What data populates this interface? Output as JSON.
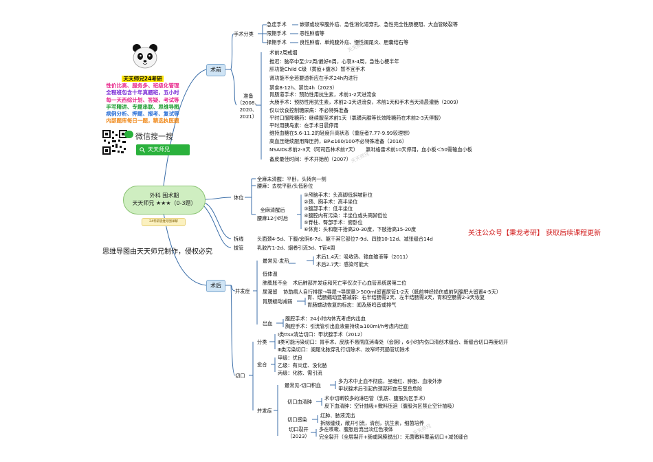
{
  "brand": {
    "title": "天天师兄24考研",
    "lines": [
      {
        "text": "性价比高、服务多、班级化管理",
        "color": "#e8288c"
      },
      {
        "text": "全程班包含十年真题班，五小时",
        "color": "#7a2bd6"
      },
      {
        "text": "每一天西综计划、答疑、考试等",
        "color": "#e8288c"
      },
      {
        "text": "手写精讲、专题串联、思维导图",
        "color": "#1a9b2e"
      },
      {
        "text": "病例分析、押题、报考、复试等",
        "color": "#2a6fd6"
      },
      {
        "text": "内部题库每日一题，精选执医题",
        "color": "#f08a1c"
      }
    ],
    "wechat_label": "微信搜一搜",
    "search_label": "天天师兄"
  },
  "center": {
    "line1": "外科 围术期",
    "line2": "天天师兄 ★★★（0-3题）",
    "badge": "24考研思维导图详解"
  },
  "credit": "思维导图由天天师兄制作，侵权必究",
  "notice": "关注公众号【秉龙考研】 获取后续课程更新",
  "watermark": "天天师兄",
  "sections": {
    "preop": {
      "label": "术前",
      "surgery_class": {
        "label": "手术分类",
        "items": [
          {
            "name": "急症手术",
            "desc": "嵌顿或绞窄腹外疝、急性消化道穿孔、急性完全性肠梗阻、大血管破裂等"
          },
          {
            "name": "限期手术",
            "desc": "恶性肿瘤等"
          },
          {
            "name": "择期手术",
            "desc": "良性肿瘤、单纯腹外疝、慢性阑尾炎、胆囊结石等"
          }
        ]
      },
      "prep": {
        "label_lines": [
          "准备",
          "（2008、",
          "2020、",
          "2021）"
        ],
        "items": [
          "术前2周戒烟",
          "推迟：脑卒中至少2周/最好6周，心衰3-4周，急性心梗半年",
          "肝功能Child C级（黄疸+腹水）暂不宜手术",
          "肾功能不全若要透析应在手术24h内进行",
          "禁食8-12h、禁饮4h（2023）",
          "胃肠道手术：预防性用抗生素，术前1-2天进流食",
          "大肠手术：预防性用抗生素，术前2-3天进流食，术前1天和手术当天清晨灌肠（2009）",
          "仅以饮食控制糖尿病：不必特殊准备",
          "平时口服降糖药：继续服至术前1天（氯磺丙脲等长效降糖药在术前2-3天停服）",
          "平时用胰岛素：在手术日晨停用",
          "维持血糖在5.6-11.2的轻度升高状态（重症者7.77-9.99较理想）",
          "高血压继续服用降压药，BP≤160/100不必特殊准备（2016）",
          "NSAIDs术前2-3天（阿司匹林术前7天）",
          "氯吡格雷术前10天停用，血小板＜50需输血小板",
          "备皮最佳时间：手术开始前（2007）"
        ]
      }
    },
    "position": {
      "label": "体位",
      "items": [
        "全麻未清醒：平卧，头转向一侧",
        "腰麻：去枕平卧/头低卧位"
      ],
      "awake_label_lines": [
        "全麻清醒后",
        "腰麻12小时后"
      ],
      "awake_items": [
        "①颅脑手术：头高脚低斜坡卧位",
        "②颈、胸手术：高半坐位",
        "③腹部手术：低半坐位",
        "④腹腔内有污染：半坐位或头高脚低位",
        "⑤脊柱、臀部手术：俯卧位",
        "⑥休克：头和躯干抬高20-30度，下肢抬高15-20度"
      ]
    },
    "suture": {
      "label": "拆线",
      "text": "头面颈4-5d、下腹/会阴6-7d、躯干其它部位7-9d、四肢10-12d、减张缝合14d"
    },
    "drain": {
      "label": "拔管",
      "text": "乳胶片1-2d、烟卷引流3d、T管4周"
    },
    "postop": {
      "label": "术后",
      "complications": {
        "label": "并发症",
        "fever_label": "最常见-发热",
        "fever_items": [
          "术后1.4天：吸收热、输血输液等（2011）",
          "术后2.7天：感染可能大"
        ],
        "hypothermia": "低体温",
        "lung": {
          "name": "肺膨胀不全",
          "desc": "术后肺部并发症和死亡率仅次于心血管系统居第二位"
        },
        "urine": {
          "name": "尿潴留",
          "desc": "协助病人自行排尿→导尿→导尿量＞500ml留置尿管1-2天（骶前神经损伤或前列腺肥大留置4-5天）"
        },
        "gi": {
          "name": "胃肠蠕动减弱",
          "items": [
            "胃、结肠蠕动显著减弱：右半结肠需2天、左半结肠需3天，胃和空肠需2-3天恢复",
            "胃肠蠕动恢复的标志：闻及肠鸣音或排气"
          ]
        },
        "bleeding": {
          "name": "出血",
          "items": [
            "腹腔手术：24小时内休克考虑内出血",
            "胸腔手术：引流管引出血液量持续≥100ml/h考虑内出血"
          ]
        }
      },
      "incision": {
        "label": "切口",
        "class_label": "分类",
        "class_items": [
          "Ⅰ类ttsx清洁切口：甲状腺手术（2012）",
          "Ⅱ类可能污染切口：胃手术、皮肤不易彻底消毒处（会阴），6小时内伤口清创术缝合、新缝合切口再度切开",
          "Ⅲ类污染切口：阑尾化脓穿孔行切除术、绞窄坏死肠管切除术"
        ],
        "heal_label": "愈合",
        "heal_items": [
          "甲级：优良",
          "乙级：有炎症、没化脓",
          "丙级：化脓、需引流"
        ],
        "comp_label": "并发症",
        "hematoma": {
          "name": "最常见-切口积血",
          "items": [
            "多为术中止血不彻底，呈暗红、肿胀、血液外渗",
            "甲状腺术后引起的颈部积血有窒息危险"
          ]
        },
        "seroma": {
          "name": "切口血清肿",
          "items": [
            "术中切断较多的淋巴管（乳房、腹股沟区手术）",
            "皮下血清肿：空针抽吸+敷料压迫（腹股沟区禁止空针抽吸）"
          ]
        },
        "infection": {
          "name": "切口感染",
          "items": [
            "红肿、脓液流出",
            "拆除缝线，敞开引流，清创，抗生素，细菌培养"
          ]
        },
        "dehiscence": {
          "name_lines": [
            "切口裂开",
            "（2023）"
          ],
          "items": [
            "多在咳嗽、腹胀后流出淡红色液体",
            "完全裂开（全层裂开+肠或网膜脱出）：无菌敷料覆盖切口+减张缝合"
          ]
        }
      }
    }
  }
}
